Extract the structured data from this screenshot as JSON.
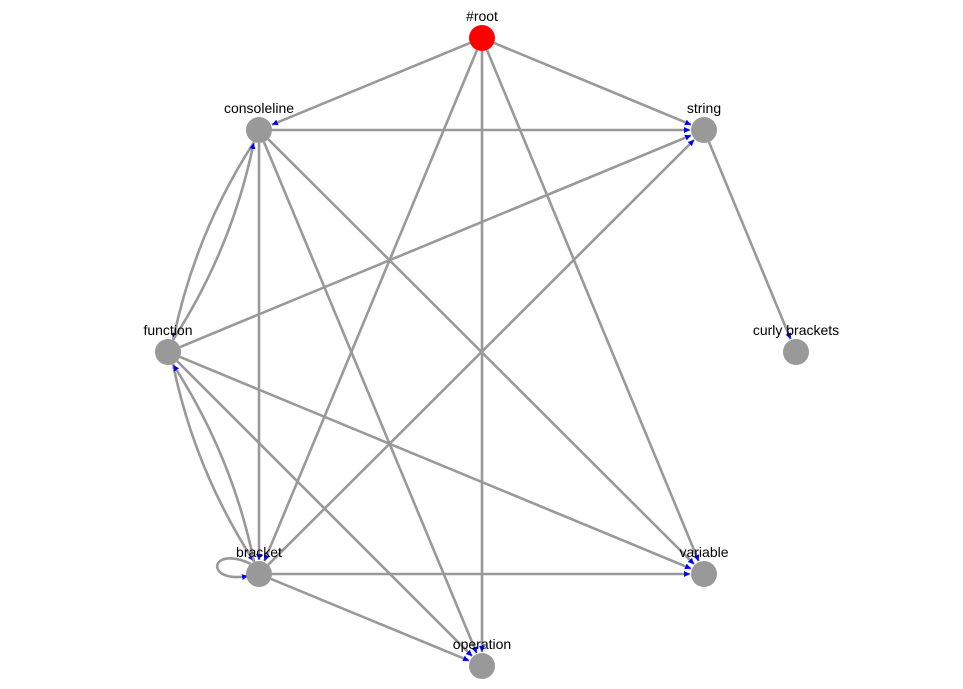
{
  "colors": {
    "node_default": "#999999",
    "node_root": "#ff0000",
    "edge": "#999999",
    "arrow": "#0000ff",
    "background": "#ffffff"
  },
  "nodes": [
    {
      "id": "root",
      "label": "#root",
      "highlight": true
    },
    {
      "id": "consoleline",
      "label": "consoleline"
    },
    {
      "id": "string",
      "label": "string"
    },
    {
      "id": "function",
      "label": "function"
    },
    {
      "id": "curly",
      "label": "curly brackets"
    },
    {
      "id": "bracket",
      "label": "bracket"
    },
    {
      "id": "variable",
      "label": "variable"
    },
    {
      "id": "operation",
      "label": "operation"
    }
  ],
  "edges": [
    {
      "from": "root",
      "to": "consoleline"
    },
    {
      "from": "root",
      "to": "string"
    },
    {
      "from": "root",
      "to": "bracket"
    },
    {
      "from": "root",
      "to": "variable"
    },
    {
      "from": "root",
      "to": "operation"
    },
    {
      "from": "consoleline",
      "to": "string"
    },
    {
      "from": "consoleline",
      "to": "function"
    },
    {
      "from": "function",
      "to": "consoleline"
    },
    {
      "from": "consoleline",
      "to": "bracket"
    },
    {
      "from": "consoleline",
      "to": "variable"
    },
    {
      "from": "consoleline",
      "to": "operation"
    },
    {
      "from": "function",
      "to": "string"
    },
    {
      "from": "string",
      "to": "curly"
    },
    {
      "from": "bracket",
      "to": "string"
    },
    {
      "from": "function",
      "to": "bracket"
    },
    {
      "from": "bracket",
      "to": "function"
    },
    {
      "from": "function",
      "to": "variable"
    },
    {
      "from": "function",
      "to": "operation"
    },
    {
      "from": "bracket",
      "to": "bracket"
    },
    {
      "from": "bracket",
      "to": "variable"
    },
    {
      "from": "bracket",
      "to": "operation"
    }
  ]
}
